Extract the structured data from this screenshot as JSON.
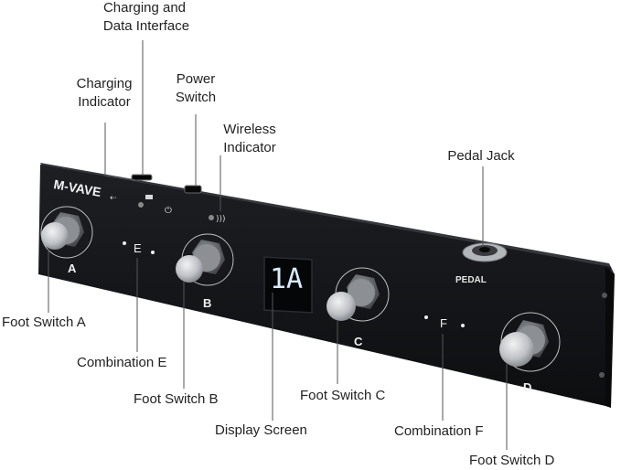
{
  "device": {
    "brand": "M-VAVE",
    "display": "1A",
    "pedal_port_label": "PEDAL",
    "switch_letters": {
      "a": "A",
      "b": "B",
      "c": "C",
      "d": "D"
    },
    "combo_letters": {
      "e": "E",
      "f": "F"
    }
  },
  "callouts": {
    "charging_data_interface": [
      "Charging and",
      "Data Interface"
    ],
    "charging_indicator": [
      "Charging",
      "Indicator"
    ],
    "power_switch": [
      "Power",
      "Switch"
    ],
    "wireless_indicator": [
      "Wireless",
      "Indicator"
    ],
    "pedal_jack": "Pedal Jack",
    "foot_switch_a": "Foot Switch A",
    "combination_e": "Combination E",
    "foot_switch_b": "Foot Switch B",
    "display_screen": "Display Screen",
    "foot_switch_c": "Foot Switch C",
    "combination_f": "Combination F",
    "foot_switch_d": "Foot Switch D"
  },
  "colors": {
    "body": "#141518",
    "body_top": "#2a2c31",
    "metal": "#b9bcc1",
    "display_glow": "#d8ecff",
    "leader": "#555555"
  }
}
